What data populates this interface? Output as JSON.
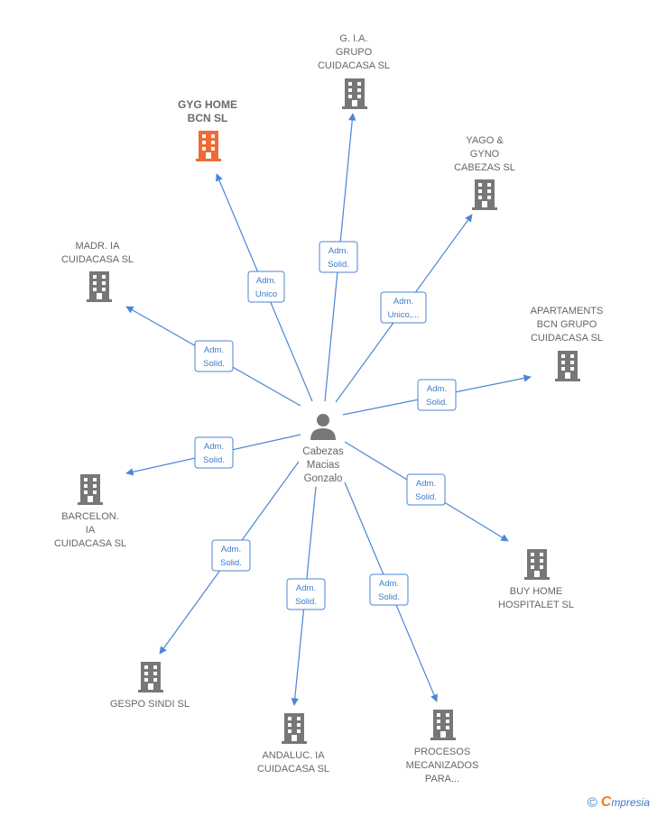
{
  "center": {
    "name_lines": [
      "Cabezas",
      "Macias",
      "Gonzalo"
    ],
    "icon": "person-icon"
  },
  "colors": {
    "edge": "#4a86d4",
    "building": "#777777",
    "highlight": "#f06a35"
  },
  "nodes": [
    {
      "id": "gi-a-grupo",
      "lines": [
        "G. I.A.",
        "GRUPO",
        "CUIDACASA  SL"
      ],
      "highlight": false,
      "label": [
        "Adm.",
        "Solid."
      ]
    },
    {
      "id": "gyg-home",
      "lines": [
        "GYG HOME",
        "BCN  SL"
      ],
      "highlight": true,
      "label": [
        "Adm.",
        "Unico"
      ]
    },
    {
      "id": "yago-gyno",
      "lines": [
        "YAGO &",
        "GYNO",
        "CABEZAS  SL"
      ],
      "highlight": false,
      "label": [
        "Adm.",
        "Unico,..."
      ]
    },
    {
      "id": "madria",
      "lines": [
        "MADR. IA",
        "CUIDACASA  SL"
      ],
      "highlight": false,
      "label": [
        "Adm.",
        "Solid."
      ]
    },
    {
      "id": "apartaments",
      "lines": [
        "APARTAMENTS",
        "BCN GRUPO",
        "CUIDACASA  SL"
      ],
      "highlight": false,
      "label": [
        "Adm.",
        "Solid."
      ]
    },
    {
      "id": "barcelonia",
      "lines": [
        "BARCELON.",
        "IA",
        "CUIDACASA  SL"
      ],
      "highlight": false,
      "label": [
        "Adm.",
        "Solid."
      ]
    },
    {
      "id": "buy-home",
      "lines": [
        "BUY HOME",
        "HOSPITALET  SL"
      ],
      "highlight": false,
      "label": [
        "Adm.",
        "Solid."
      ]
    },
    {
      "id": "gespo",
      "lines": [
        "GESPO SINDI SL"
      ],
      "highlight": false,
      "label": [
        "Adm.",
        "Solid."
      ]
    },
    {
      "id": "andaluc",
      "lines": [
        "ANDALUC. IA",
        "CUIDACASA  SL"
      ],
      "highlight": false,
      "label": [
        "Adm.",
        "Solid."
      ]
    },
    {
      "id": "procesos",
      "lines": [
        "PROCESOS",
        "MECANIZADOS",
        "PARA..."
      ],
      "highlight": false,
      "label": [
        "Adm.",
        "Solid."
      ]
    }
  ],
  "brand": {
    "copyright": "©",
    "name_initial": "C",
    "name_rest": "mpresia"
  }
}
